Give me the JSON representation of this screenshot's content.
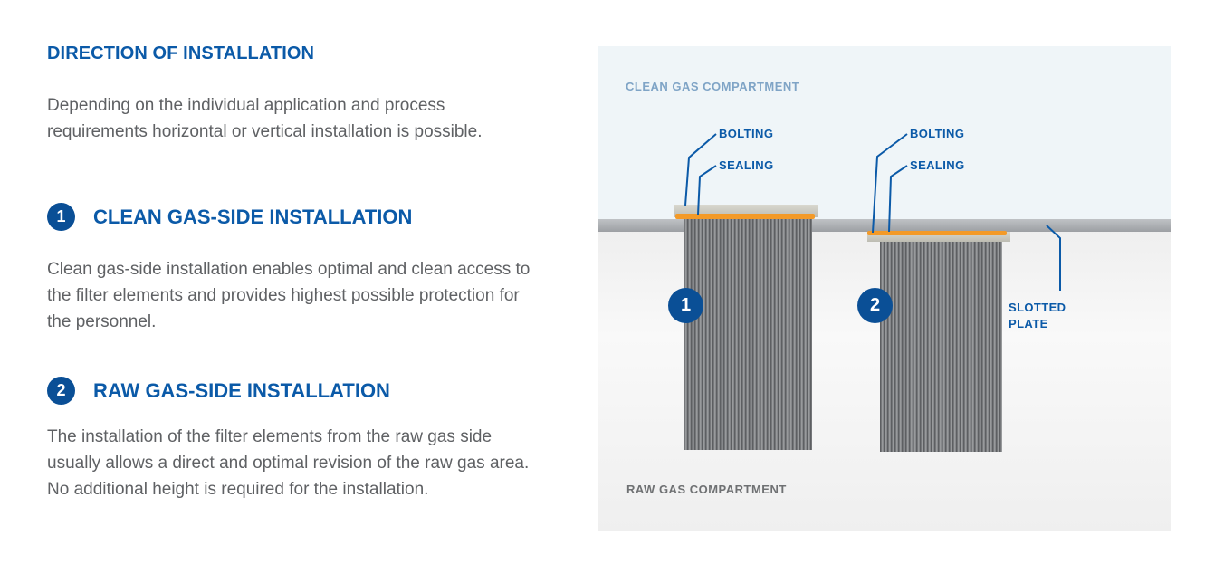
{
  "heading": "DIRECTION OF INSTALLATION",
  "intro": "Depending on the individual application and process requirements horizontal or vertical installation is possible.",
  "sections": [
    {
      "number": "1",
      "title": "CLEAN GAS-SIDE INSTALLATION",
      "text": "Clean gas-side installation enables optimal and clean access to the filter elements and provides highest possible protection for the personnel."
    },
    {
      "number": "2",
      "title": "RAW GAS-SIDE INSTALLATION",
      "text": "The installation of the filter elements from the raw gas side usually allows a direct and optimal revision of the raw gas area. No additional height is required for the installation."
    }
  ],
  "diagram": {
    "clean_label": "CLEAN GAS COMPARTMENT",
    "raw_label": "RAW GAS COMPARTMENT",
    "element_1": {
      "badge": "1",
      "bolting": "BOLTING",
      "sealing": "SEALING"
    },
    "element_2": {
      "badge": "2",
      "bolting": "BOLTING",
      "sealing": "SEALING"
    },
    "slotted_plate_line1": "SLOTTED",
    "slotted_plate_line2": "PLATE"
  },
  "colors": {
    "accent_blue": "#0b5aa8",
    "badge_blue": "#0a4f96",
    "seal_orange": "#f39a28",
    "body_text": "#5f6164"
  }
}
